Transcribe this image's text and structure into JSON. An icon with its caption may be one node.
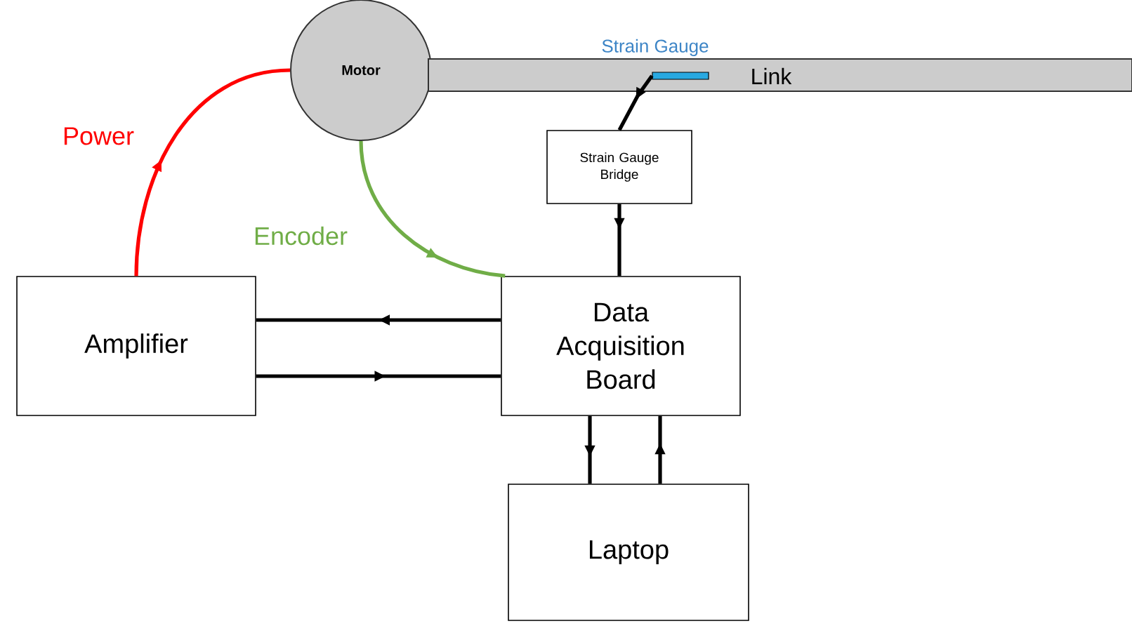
{
  "diagram": {
    "nodes": [
      {
        "text": [
          "Motor"
        ]
      },
      {
        "text": [
          "Link"
        ]
      },
      {
        "text": [
          "Strain Gauge"
        ],
        "in": 1
      },
      {
        "text": [
          "Strain Gauge Bridge"
        ]
      },
      {
        "text": [
          "Amplifier"
        ]
      },
      {
        "text": [
          "Data Acquisition Board"
        ]
      },
      {
        "text": [
          "Laptop"
        ]
      }
    ],
    "edges": [
      {
        "from": 4,
        "to": 0,
        "arrow": "to",
        "label": "Power",
        "color": "#ff0000"
      },
      {
        "from": 0,
        "to": 5,
        "arrow": "to",
        "label": "Encoder",
        "color": "#70ad47"
      },
      {
        "from": 2,
        "to": 3,
        "arrow": "to"
      },
      {
        "from": 3,
        "to": 5,
        "arrow": "to"
      },
      {
        "from": 5,
        "to": 4,
        "arrow": "to"
      },
      {
        "from": 4,
        "to": 5,
        "arrow": "to"
      },
      {
        "from": 5,
        "to": 6,
        "arrow": "to"
      },
      {
        "from": 6,
        "to": 5,
        "arrow": "to"
      }
    ]
  }
}
